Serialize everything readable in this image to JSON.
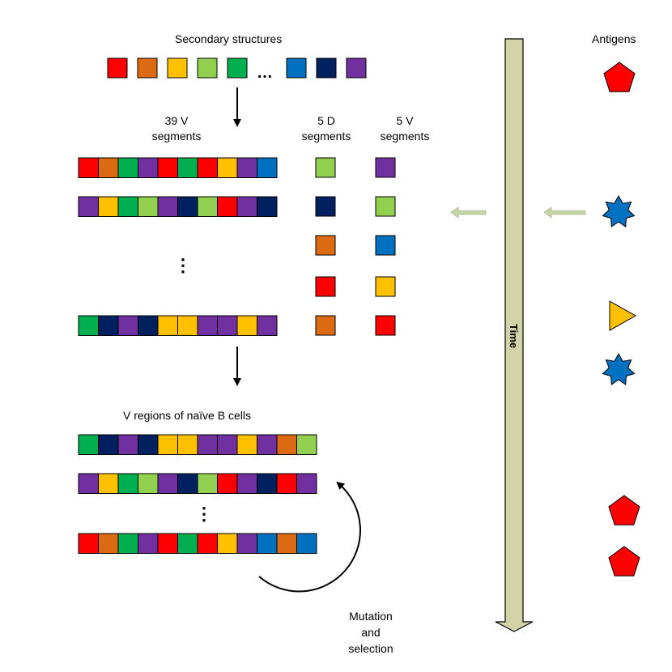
{
  "labels": {
    "secondary_structures": "Secondary structures",
    "v_segments_l1": "39 V",
    "v_segments_l2": "segments",
    "d_segments_l1": "5 D",
    "d_segments_l2": "segments",
    "v5_segments_l1": "5 V",
    "v5_segments_l2": "segments",
    "naive_v_regions": "V regions of naïve B cells",
    "mutation_l1": "Mutation",
    "mutation_l2": "and",
    "mutation_l3": "selection",
    "antigens": "Antigens",
    "time": "Time",
    "ellipsis_h": "…",
    "ellipsis_v": "⋮"
  },
  "colors": {
    "R": "#ff0000",
    "O": "#dc6a12",
    "Y": "#ffc000",
    "L": "#92d050",
    "G": "#00b050",
    "B": "#0070c0",
    "N": "#002060",
    "P": "#7030a0",
    "time_bar": "#d3d3a8",
    "feed_arrow": "#c5d5a5"
  },
  "secondary_structures": [
    "R",
    "O",
    "Y",
    "L",
    "G",
    "B",
    "N",
    "P"
  ],
  "v_segment_rows": [
    [
      "R",
      "O",
      "G",
      "P",
      "R",
      "G",
      "R",
      "Y",
      "P",
      "B"
    ],
    [
      "P",
      "Y",
      "G",
      "L",
      "P",
      "N",
      "L",
      "R",
      "P",
      "N"
    ],
    [
      "G",
      "N",
      "P",
      "N",
      "Y",
      "Y",
      "P",
      "P",
      "Y",
      "P"
    ]
  ],
  "d_segments": [
    "L",
    "N",
    "O",
    "R",
    "O"
  ],
  "v5_segments": [
    "P",
    "L",
    "B",
    "Y",
    "R"
  ],
  "naive_rows": [
    [
      "G",
      "N",
      "P",
      "N",
      "Y",
      "Y",
      "P",
      "P",
      "Y",
      "P",
      "O",
      "L"
    ],
    [
      "P",
      "Y",
      "G",
      "L",
      "P",
      "N",
      "L",
      "R",
      "P",
      "N",
      "R",
      "P"
    ],
    [
      "R",
      "O",
      "G",
      "P",
      "R",
      "G",
      "R",
      "Y",
      "P",
      "B",
      "O",
      "B"
    ]
  ],
  "antigens": [
    {
      "shape": "pentagon",
      "color": "R"
    },
    {
      "shape": "star",
      "color": "B"
    },
    {
      "shape": "triangle",
      "color": "Y"
    },
    {
      "shape": "star",
      "color": "B"
    },
    {
      "shape": "pentagon",
      "color": "R"
    },
    {
      "shape": "pentagon",
      "color": "R"
    }
  ]
}
